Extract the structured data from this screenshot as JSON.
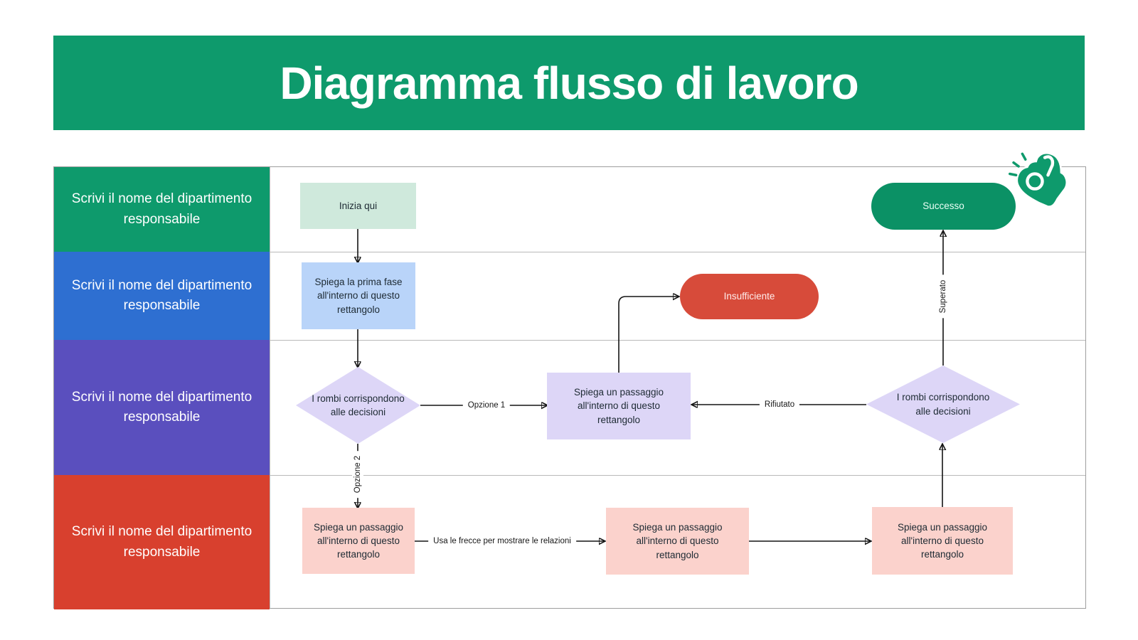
{
  "header": {
    "title": "Diagramma flusso di lavoro"
  },
  "colors": {
    "brand_green": "#0e9a6c",
    "lane_blue": "#2e6fd1",
    "lane_purple": "#5a4fbe",
    "lane_red": "#d8402e",
    "node_mint": "#cfe9dc",
    "node_light_blue": "#b9d4f9",
    "node_lavender": "#ddd6f7",
    "node_pink": "#fbd2cc",
    "pill_red": "#d74b3a",
    "pill_green": "#0b9165",
    "grid_line": "#b9b9b9",
    "connector": "#141414"
  },
  "swimlanes": [
    {
      "label": "Scrivi il nome del dipartimento responsabile",
      "color": "#0e9a6c"
    },
    {
      "label": "Scrivi il nome del dipartimento responsabile",
      "color": "#2e6fd1"
    },
    {
      "label": "Scrivi il nome del dipartimento responsabile",
      "color": "#5a4fbe"
    },
    {
      "label": "Scrivi il nome del dipartimento responsabile",
      "color": "#d8402e"
    }
  ],
  "nodes": {
    "start": {
      "label": "Inizia qui",
      "color": "#cfe9dc"
    },
    "first_phase": {
      "label": "Spiega la prima fase all'interno di questo rettangolo",
      "color": "#b9d4f9"
    },
    "decision_left": {
      "label": "I rombi corrispondono alle decisioni",
      "color": "#ddd6f7"
    },
    "step_review": {
      "label": "Spiega un passaggio all'interno di questo rettangolo",
      "color": "#ddd6f7"
    },
    "insufficient": {
      "label": "Insufficiente",
      "color": "#d74b3a"
    },
    "step_1": {
      "label": "Spiega un passaggio all'interno di questo rettangolo",
      "color": "#fbd2cc"
    },
    "step_2": {
      "label": "Spiega un passaggio all'interno di questo rettangolo",
      "color": "#fbd2cc"
    },
    "step_3": {
      "label": "Spiega un passaggio all'interno di questo rettangolo",
      "color": "#fbd2cc"
    },
    "decision_right": {
      "label": "I rombi corrispondono alle decisioni",
      "color": "#ddd6f7"
    },
    "success": {
      "label": "Successo",
      "color": "#0b9165"
    }
  },
  "connector_labels": {
    "option1": "Opzione 1",
    "option2": "Opzione 2",
    "arrows_hint": "Usa le frecce per mostrare le relazioni",
    "rejected": "Rifiutato",
    "passed": "Superato"
  },
  "icons": {
    "sticker": "waving-hand-icon"
  }
}
